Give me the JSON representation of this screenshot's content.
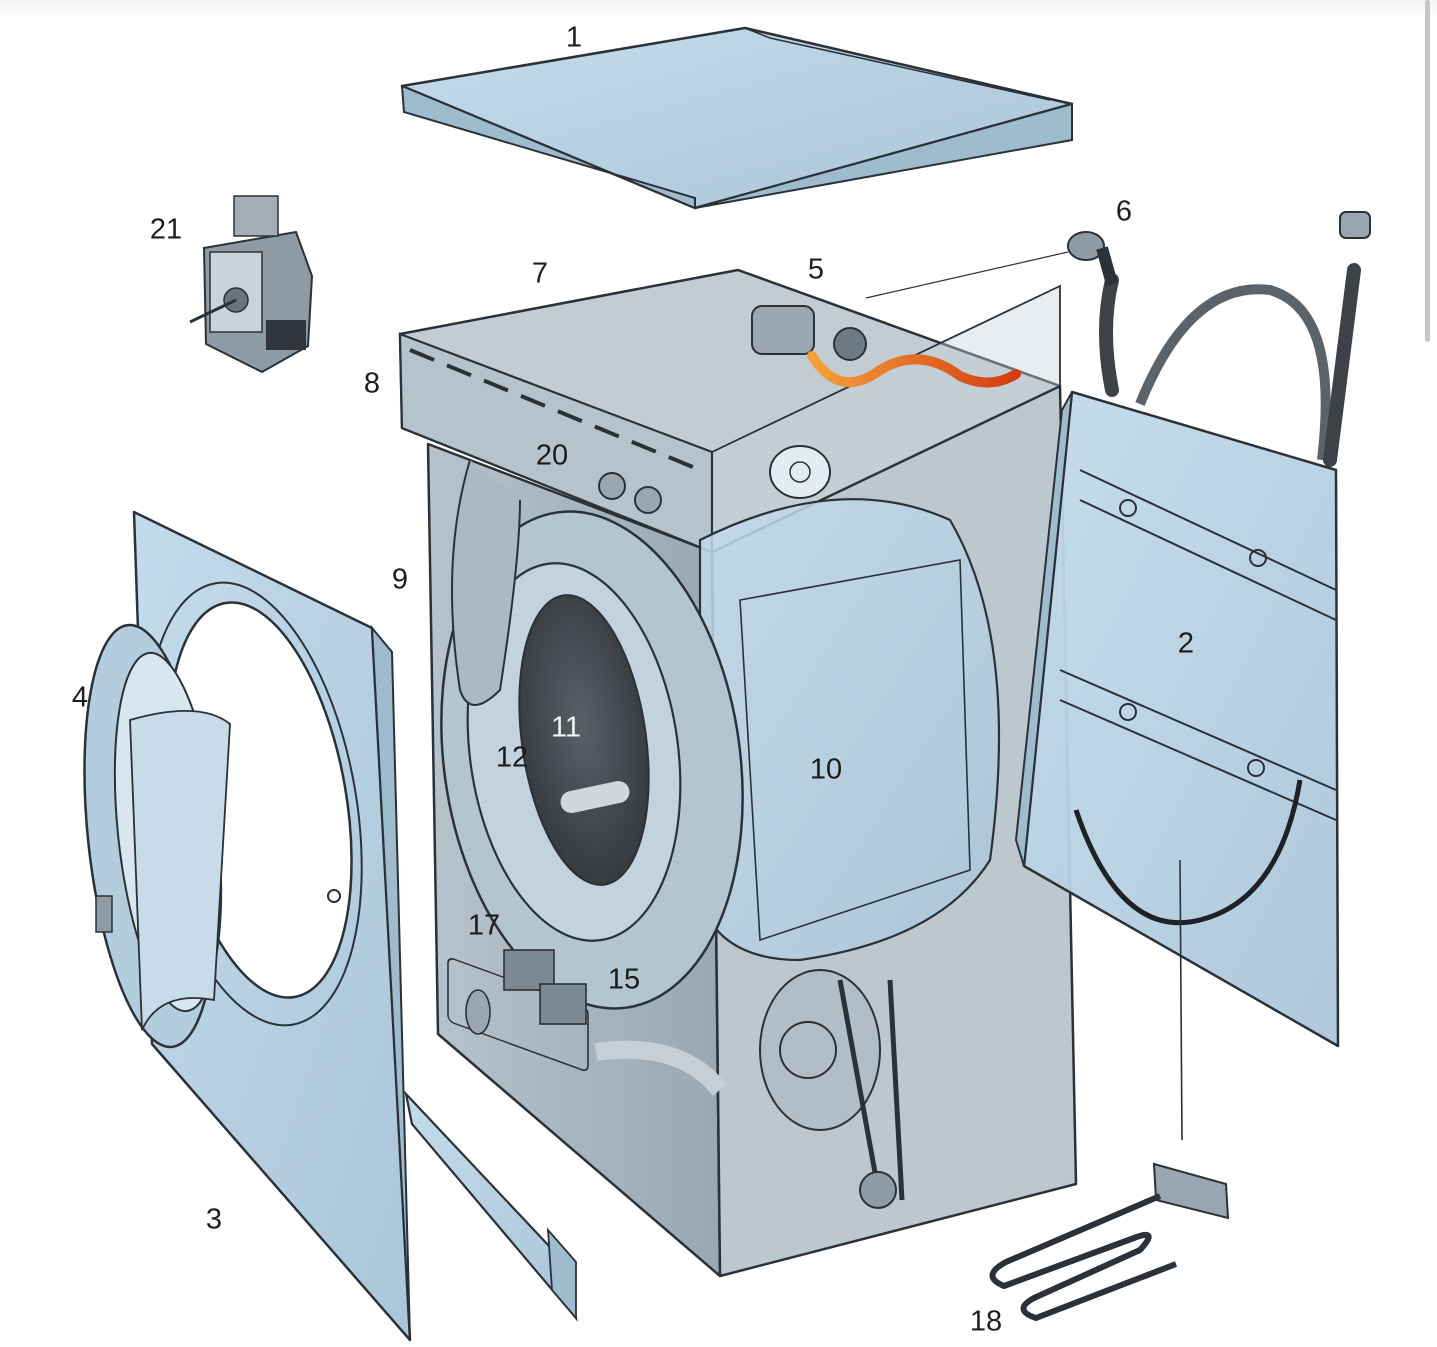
{
  "colors": {
    "panel": "#b9d2e2",
    "panel_edge": "#9fbccf",
    "outline": "#2b3138",
    "cabinet": "#a9b7c2",
    "tub": "#c3d4e0",
    "drum_dark": "#4a4f55",
    "heater_glow": "#e2571e",
    "background": "#ffffff"
  },
  "labels": [
    {
      "id": "1",
      "text": "1"
    },
    {
      "id": "2",
      "text": "2"
    },
    {
      "id": "3",
      "text": "3"
    },
    {
      "id": "4",
      "text": "4"
    },
    {
      "id": "5",
      "text": "5"
    },
    {
      "id": "6",
      "text": "6"
    },
    {
      "id": "7",
      "text": "7"
    },
    {
      "id": "8",
      "text": "8"
    },
    {
      "id": "9",
      "text": "9"
    },
    {
      "id": "10",
      "text": "10"
    },
    {
      "id": "11",
      "text": "11"
    },
    {
      "id": "12",
      "text": "12"
    },
    {
      "id": "15",
      "text": "15"
    },
    {
      "id": "17",
      "text": "17"
    },
    {
      "id": "18",
      "text": "18"
    },
    {
      "id": "20",
      "text": "20"
    },
    {
      "id": "21",
      "text": "21"
    }
  ]
}
